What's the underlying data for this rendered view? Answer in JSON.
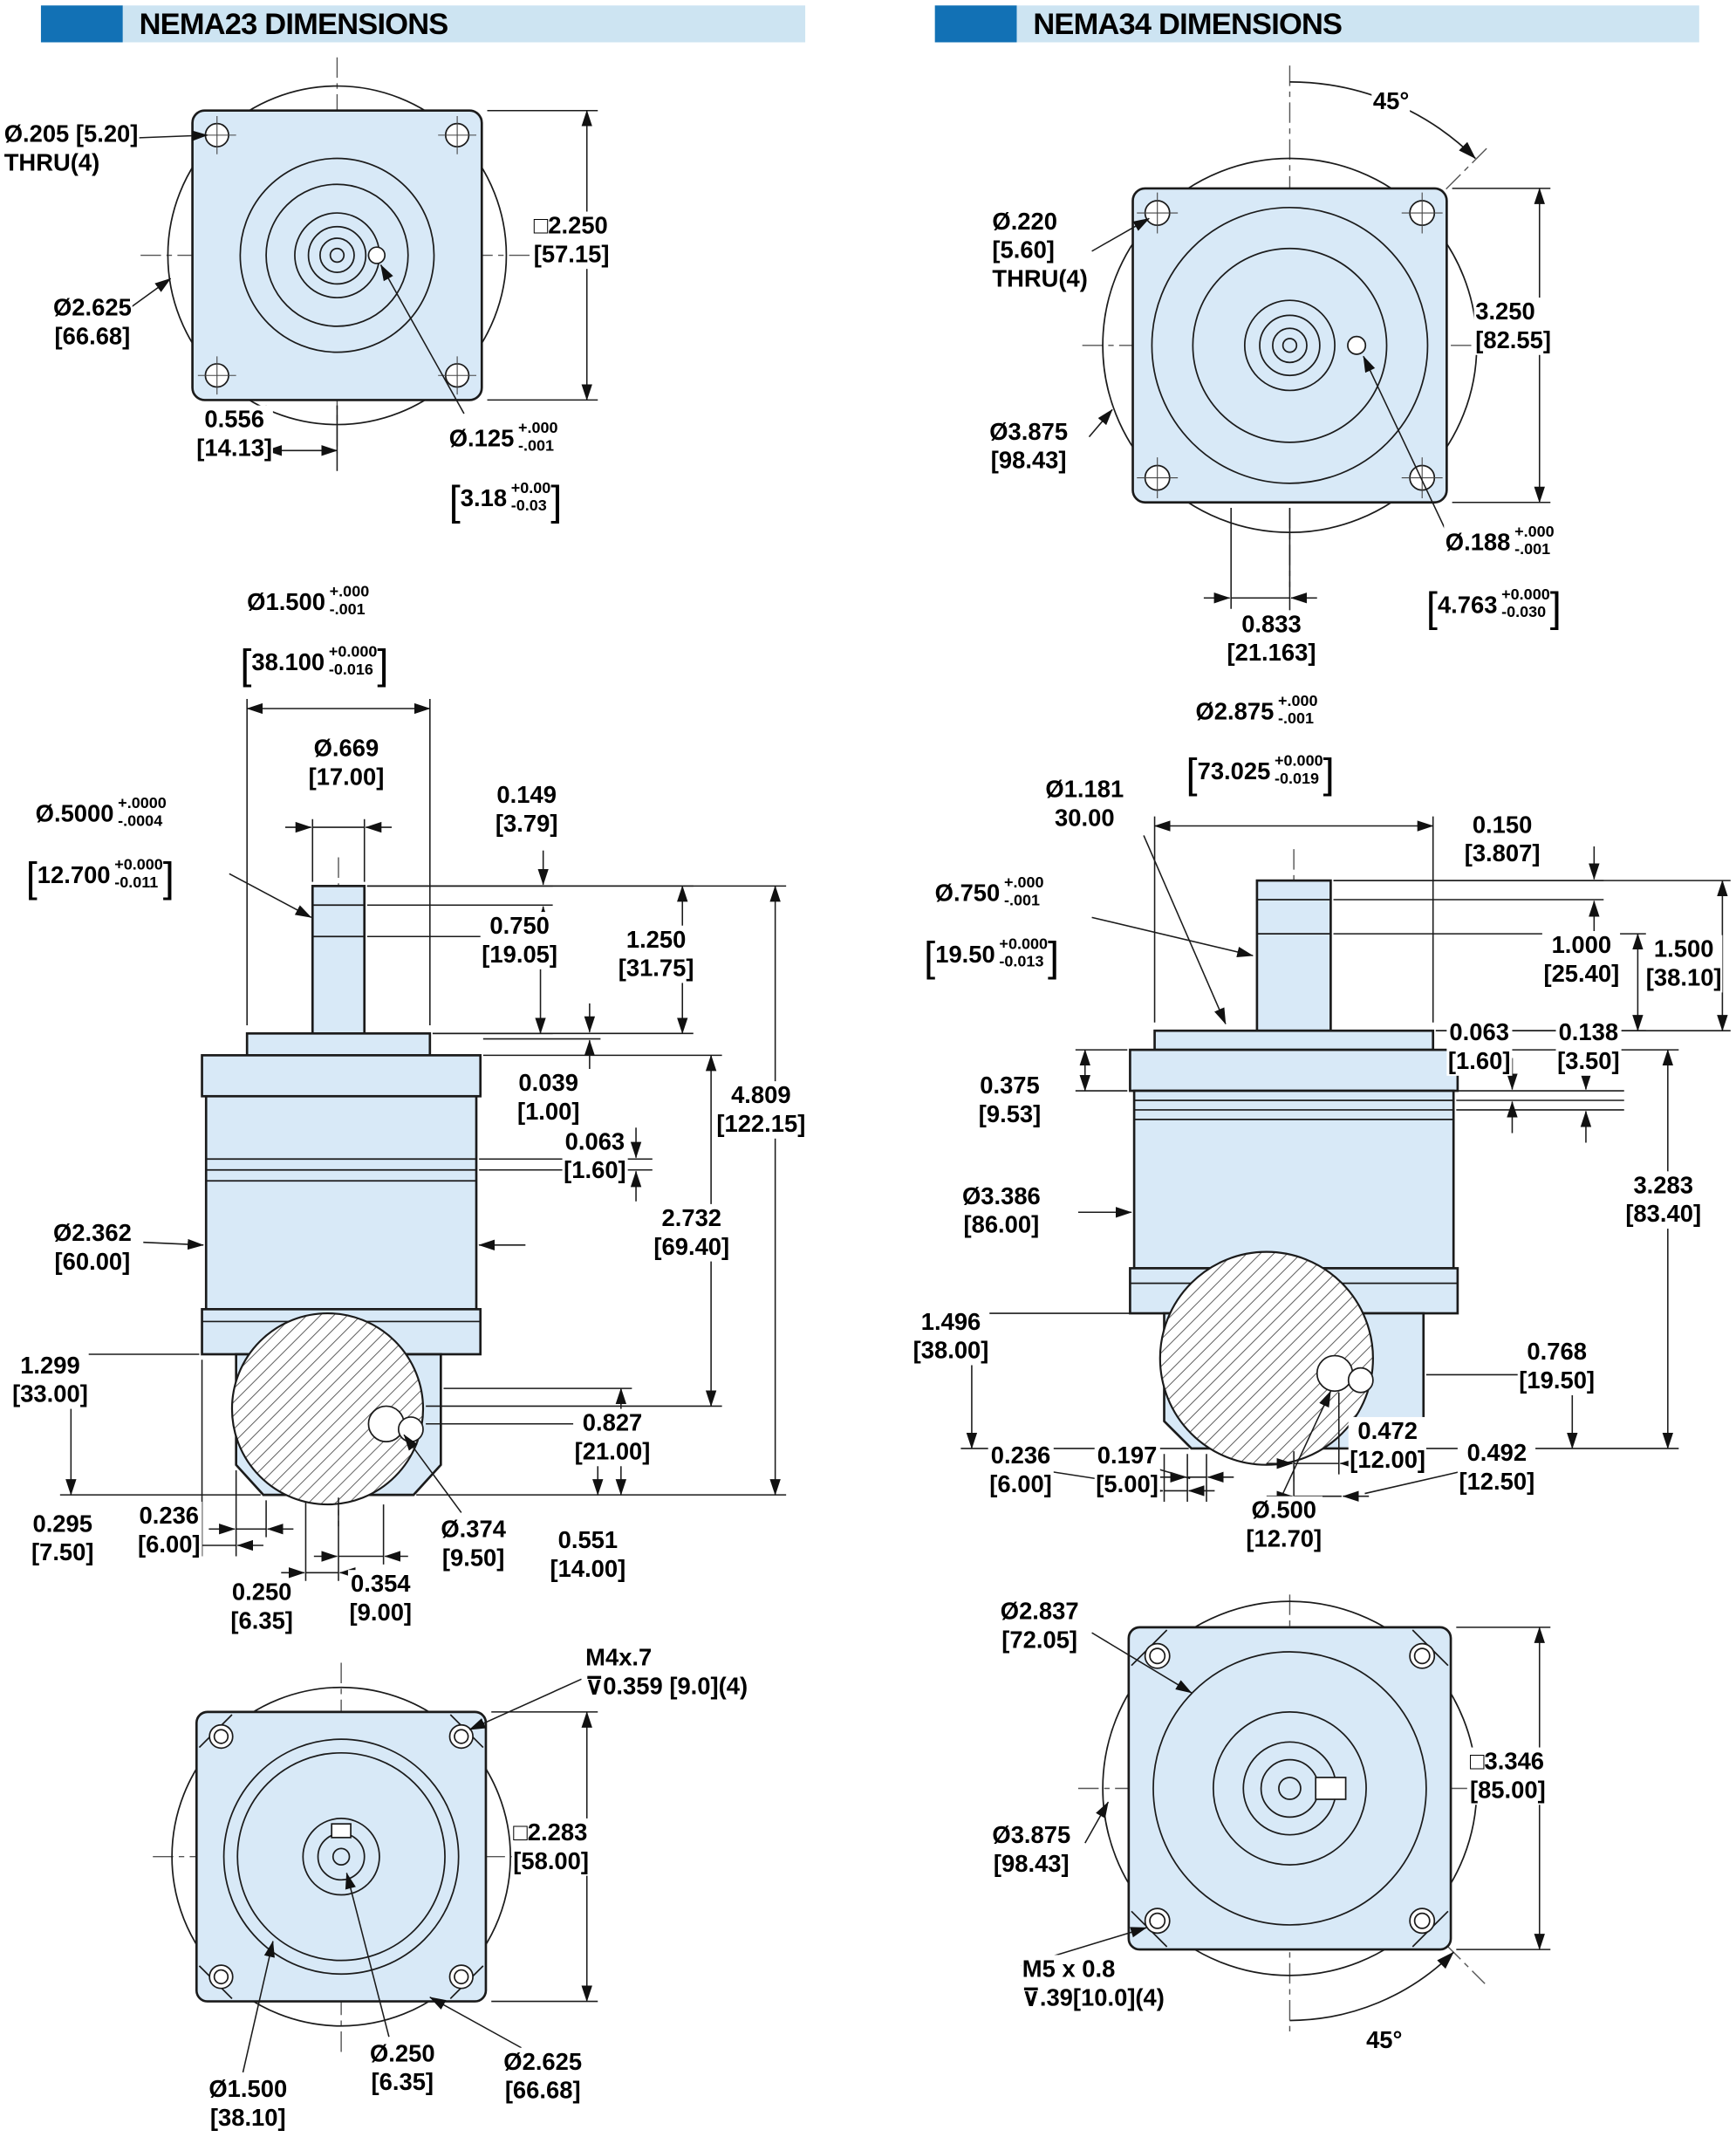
{
  "sym": {
    "lb": "[",
    "rb": "]"
  },
  "colors": {
    "header_block": "#1271b5",
    "header_bar": "#cde4f2",
    "part_fill": "#d8e9f7"
  },
  "header23": {
    "title": "NEMA23 DIMENSIONS"
  },
  "header34": {
    "title": "NEMA34 DIMENSIONS"
  },
  "n23": {
    "front": {
      "thru_hole": "Ø.205 [5.20]\nTHRU(4)",
      "square": "□2.250\n[57.15]",
      "bolt_circle": "Ø2.625\n[66.68]",
      "offset": "0.556\n[14.13]",
      "dowel_in": "Ø.125",
      "dowel_in_tol": "+.000\n-.001",
      "dowel_mm": "3.18",
      "dowel_mm_tol": "+0.00\n-0.03"
    },
    "side": {
      "pilot_in": "Ø1.500",
      "pilot_in_tol": "+.000\n-.001",
      "pilot_mm": "38.100",
      "pilot_mm_tol": "+0.000\n-0.016",
      "hub": "Ø.669\n[17.00]",
      "shaft_in": "Ø.5000",
      "shaft_in_tol": "+.0000\n-.0004",
      "shaft_mm": "12.700",
      "shaft_mm_tol": "+0.000\n-0.011",
      "d149": "0.149\n[3.79]",
      "d750": "0.750\n[19.05]",
      "d1250": "1.250\n[31.75]",
      "d039": "0.039\n[1.00]",
      "d063": "0.063\n[1.60]",
      "d4809": "4.809\n[122.15]",
      "d2732": "2.732\n[69.40]",
      "body_dia": "Ø2.362\n[60.00]",
      "d1299": "1.299\n[33.00]",
      "d827": "0.827\n[21.00]",
      "d295": "0.295\n[7.50]",
      "d236": "0.236\n[6.00]",
      "d374": "Ø.374\n[9.50]",
      "d551": "0.551\n[14.00]",
      "d250": "0.250\n[6.35]",
      "d354": "0.354\n[9.00]"
    },
    "rear": {
      "tap": "M4x.7\n⊽0.359 [9.0](4)",
      "square": "□2.283\n[58.00]",
      "bore": "Ø.250\n[6.35]",
      "bolt_circle": "Ø2.625\n[66.68]",
      "pilot": "Ø1.500\n[38.10]"
    }
  },
  "n34": {
    "front": {
      "angle": "45°",
      "thru_hole": "Ø.220\n[5.60]\nTHRU(4)",
      "square": "3.250\n[82.55]",
      "bolt_circle": "Ø3.875\n[98.43]",
      "dowel_in": "Ø.188",
      "dowel_in_tol": "+.000\n-.001",
      "offset": "0.833\n[21.163]",
      "dowel_mm": "4.763",
      "dowel_mm_tol": "+0.000\n-0.030"
    },
    "side": {
      "pilot_in": "Ø2.875",
      "pilot_in_tol": "+.000\n-.001",
      "pilot_mm": "73.025",
      "pilot_mm_tol": "+0.000\n-0.019",
      "hub": "Ø1.181\n30.00",
      "d150": "0.150\n[3.807]",
      "shaft_in": "Ø.750",
      "shaft_in_tol": "+.000\n-.001",
      "shaft_mm": "19.50",
      "shaft_mm_tol": "+0.000\n-0.013",
      "d1000": "1.000\n[25.40]",
      "d1500": "1.500\n[38.10]",
      "d375": "0.375\n[9.53]",
      "d063": "0.063\n[1.60]",
      "d138": "0.138\n[3.50]",
      "body_dia": "Ø3.386\n[86.00]",
      "d3283": "3.283\n[83.40]",
      "d1496": "1.496\n[38.00]",
      "d768": "0.768\n[19.50]",
      "d236": "0.236\n[6.00]",
      "d197": "0.197\n[5.00]",
      "d472": "0.472\n[12.00]",
      "d492": "0.492\n[12.50]",
      "d500": "Ø.500\n[12.70]"
    },
    "rear": {
      "face_circle": "Ø2.837\n[72.05]",
      "square": "□3.346\n[85.00]",
      "bolt_circle": "Ø3.875\n[98.43]",
      "tap": "M5 x 0.8\n⊽.39[10.0](4)",
      "angle": "45°"
    }
  }
}
